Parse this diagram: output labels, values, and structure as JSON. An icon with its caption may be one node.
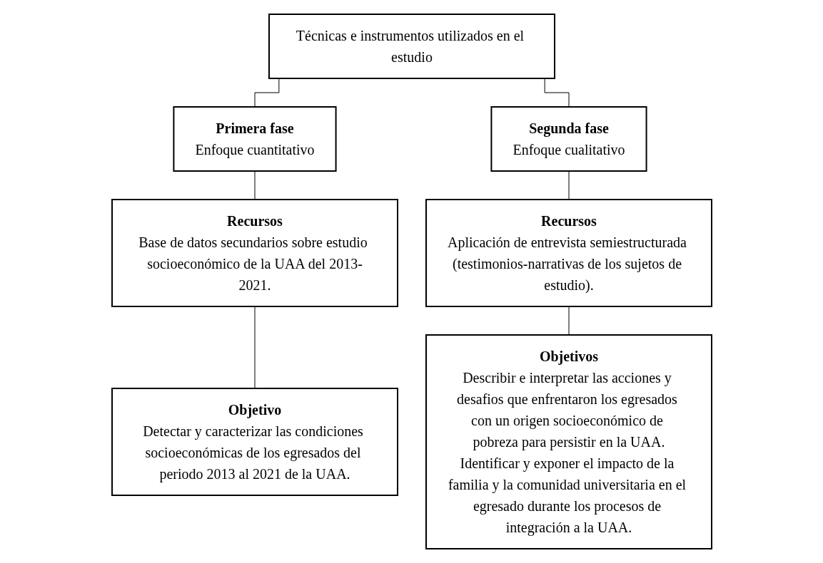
{
  "diagram": {
    "nodes": [
      {
        "text": [
          "Técnicas e instrumentos utilizados en el estudio"
        ]
      },
      {
        "text": [
          "Primera fase",
          "Enfoque cuantitativo"
        ]
      },
      {
        "text": [
          "Segunda fase",
          "Enfoque cualitativo"
        ]
      },
      {
        "text": [
          "Recursos",
          "Base de datos secundarios sobre estudio socioeconómico de la UAA del 2013-2021."
        ]
      },
      {
        "text": [
          "Recursos",
          "Aplicación de entrevista semiestructurada (testimonios-narrativas de los sujetos de estudio)."
        ]
      },
      {
        "text": [
          "Objetivo",
          "Detectar y caracterizar las condiciones socioeconómicas de los egresados del periodo 2013 al 2021 de la UAA."
        ]
      },
      {
        "text": [
          "Objetivos",
          "Describir e interpretar las acciones y desafios que enfrentaron los egresados con un origen socioeconómico de pobreza para persistir en la UAA.",
          "Identificar y exponer el impacto de la familia y la comunidad universitaria en el egresado durante los procesos de integración a la UAA."
        ]
      }
    ],
    "edges": [
      {
        "from": 0,
        "to": 1,
        "arrow": "none"
      },
      {
        "from": 0,
        "to": 2,
        "arrow": "none"
      },
      {
        "from": 1,
        "to": 3,
        "arrow": "none"
      },
      {
        "from": 2,
        "to": 4,
        "arrow": "none"
      },
      {
        "from": 3,
        "to": 5,
        "arrow": "none"
      },
      {
        "from": 4,
        "to": 6,
        "arrow": "none"
      }
    ]
  }
}
